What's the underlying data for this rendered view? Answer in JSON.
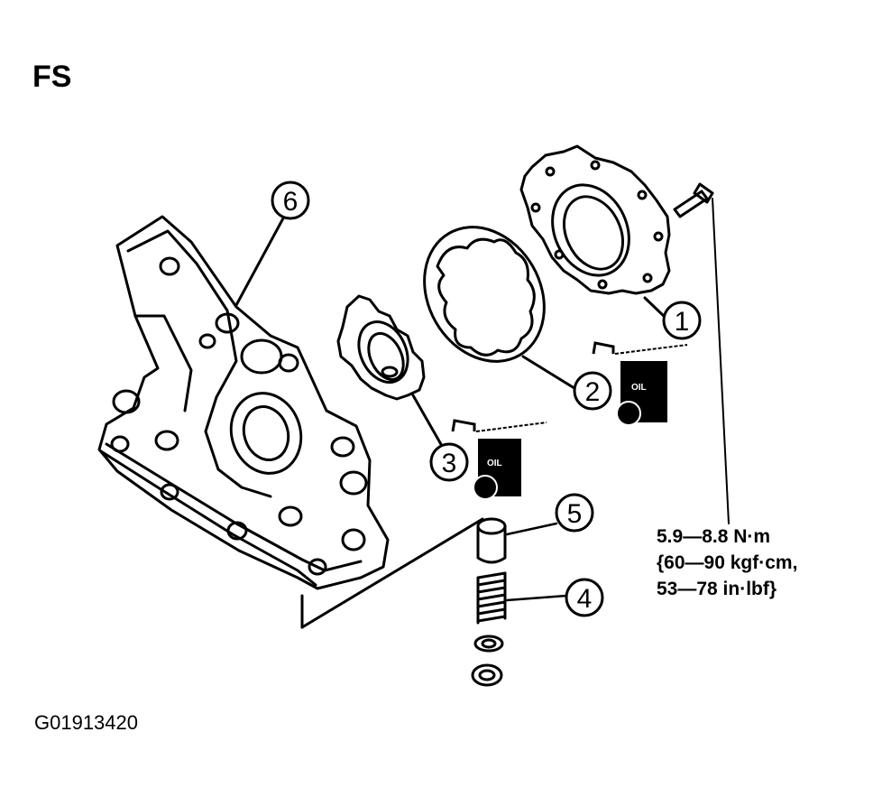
{
  "header": {
    "engine_code": "FS"
  },
  "callouts": [
    {
      "number": "1",
      "part": "pump-cover"
    },
    {
      "number": "2",
      "part": "outer-rotor"
    },
    {
      "number": "3",
      "part": "inner-rotor"
    },
    {
      "number": "4",
      "part": "spring"
    },
    {
      "number": "5",
      "part": "plunger"
    },
    {
      "number": "6",
      "part": "oil-pump-body"
    }
  ],
  "oil_marks": [
    {
      "label": "OIL"
    },
    {
      "label": "OIL"
    }
  ],
  "torque_spec": {
    "line1": "5.9—8.8 N·m",
    "line2": "{60—90 kgf·cm,",
    "line3": "53—78 in·lbf}"
  },
  "figure_id": "G01913420"
}
